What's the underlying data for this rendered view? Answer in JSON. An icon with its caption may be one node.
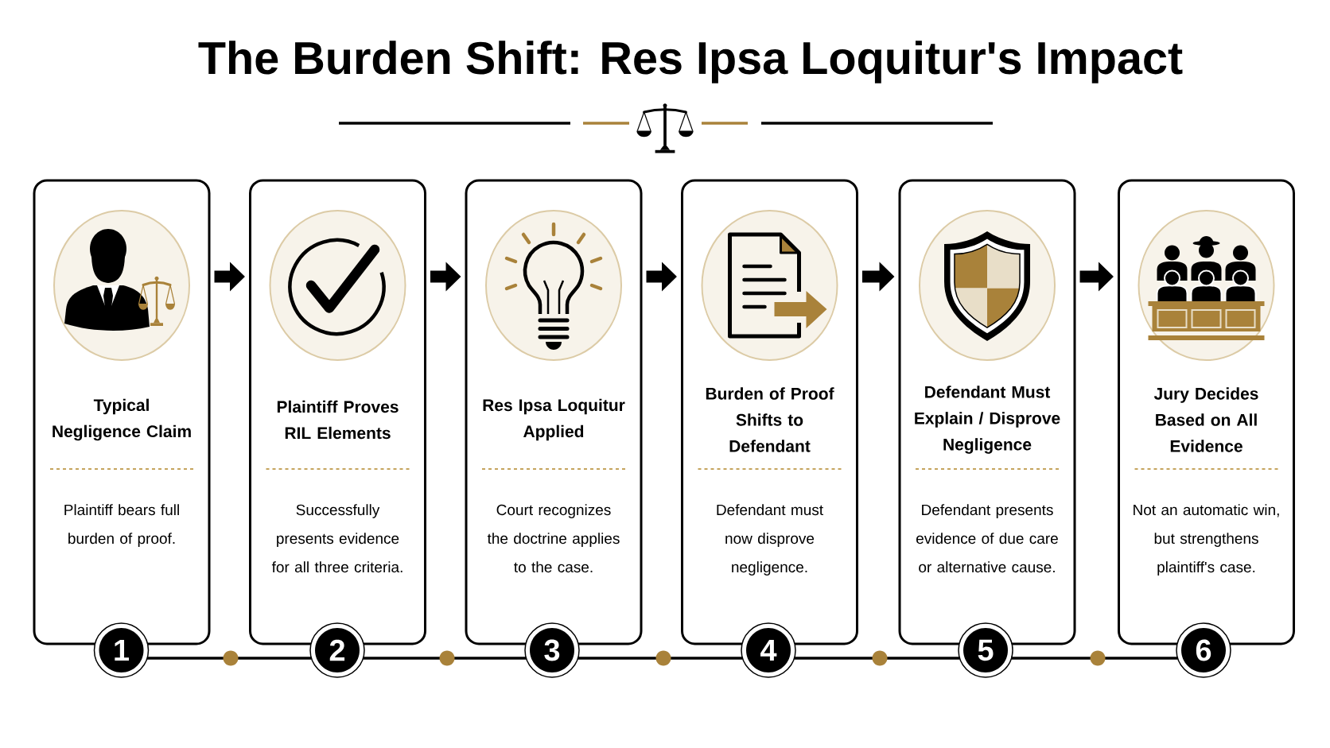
{
  "diagram": {
    "title": "The Burden Shift: Res Ipsa Loquitur's Impact",
    "nodes": [
      {
        "text": [
          "Typical Negligence Claim",
          "Plaintiff bears full burden of proof."
        ]
      },
      {
        "text": [
          "Plaintiff Proves RIL Elements",
          "Successfully presents evidence for all three criteria."
        ]
      },
      {
        "text": [
          "Res Ipsa Loquitur Applied",
          "Court recognizes the doctrine applies to the case."
        ]
      },
      {
        "text": [
          "Burden of Proof Shifts to Defendant",
          "Defendant must now disprove negligence."
        ]
      },
      {
        "text": [
          "Defendant Must Explain / Disprove Negligence",
          "Defendant presents evidence of due care or alternative cause."
        ]
      },
      {
        "text": [
          "Jury Decides Based on All Evidence",
          "Not an automatic win, but strengthens plaintiff's case."
        ]
      },
      {
        "text": [
          "1"
        ]
      },
      {
        "text": [
          "2"
        ]
      },
      {
        "text": [
          "3"
        ]
      },
      {
        "text": [
          "4"
        ]
      },
      {
        "text": [
          "5"
        ]
      },
      {
        "text": [
          "6"
        ]
      }
    ],
    "edges": [
      {
        "from": 0,
        "to": 1,
        "arrow": "to",
        "style": "thick"
      },
      {
        "from": 1,
        "to": 2,
        "arrow": "to",
        "style": "thick"
      },
      {
        "from": 2,
        "to": 3,
        "arrow": "to",
        "style": "thick"
      },
      {
        "from": 3,
        "to": 4,
        "arrow": "to",
        "style": "thick"
      },
      {
        "from": 4,
        "to": 5,
        "arrow": "to",
        "style": "thick"
      },
      {
        "from": 6,
        "to": 7,
        "arrow": "none"
      },
      {
        "from": 7,
        "to": 8,
        "arrow": "none"
      },
      {
        "from": 8,
        "to": 9,
        "arrow": "none"
      },
      {
        "from": 9,
        "to": 10,
        "arrow": "none"
      },
      {
        "from": 10,
        "to": 11,
        "arrow": "none"
      }
    ]
  }
}
